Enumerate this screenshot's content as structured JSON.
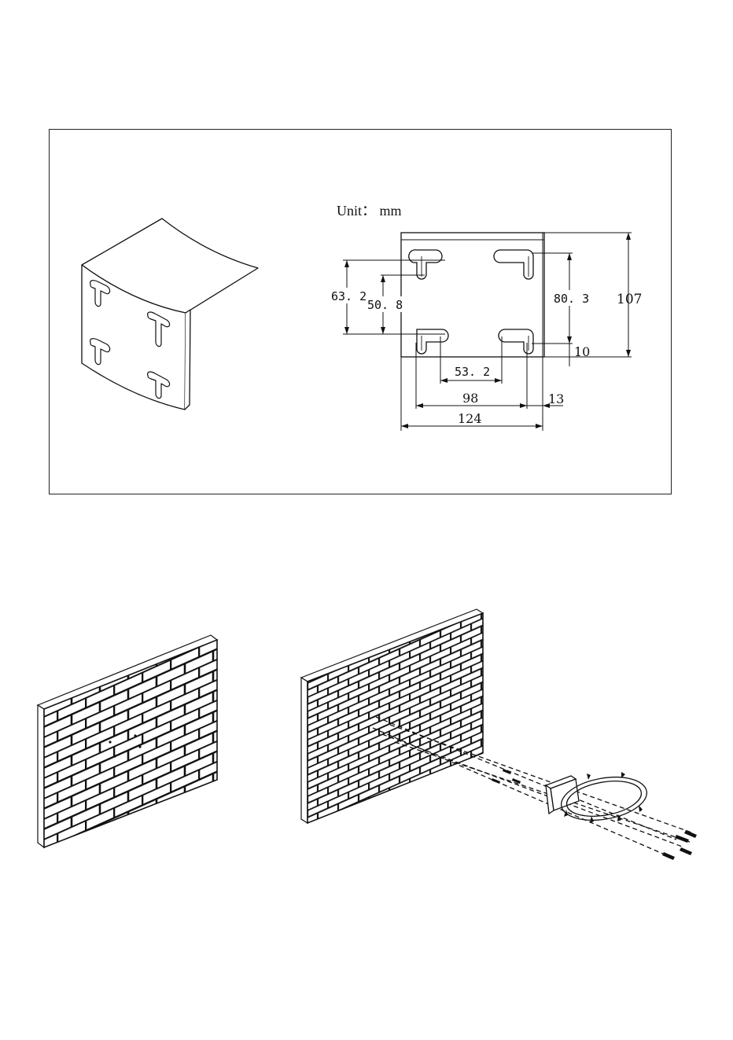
{
  "figure": {
    "unit_label": "Unit： mm",
    "dimensions": {
      "d_63_2": "63. 2",
      "d_50_8": "50. 8",
      "d_80_3": "80. 3",
      "d_107": "107",
      "d_10": "10",
      "d_53_2": "53. 2",
      "d_98": "98",
      "d_13": "13",
      "d_124": "124"
    }
  },
  "colors": {
    "line": "#111111",
    "plate": "#ffffff",
    "frame": "#222222"
  }
}
